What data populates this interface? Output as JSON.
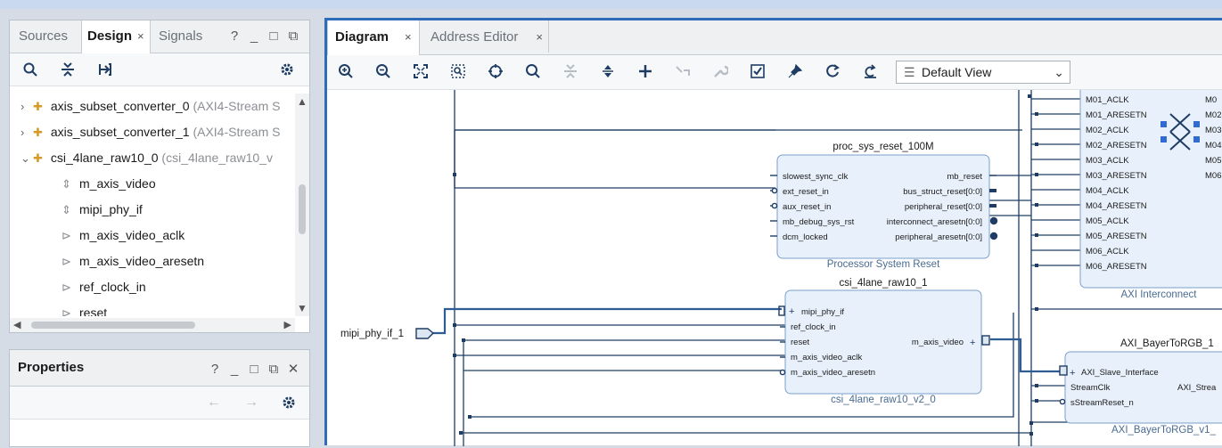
{
  "left_panel": {
    "tabs": [
      {
        "label": "Sources"
      },
      {
        "label": "Design",
        "active": true,
        "close": "×"
      },
      {
        "label": "Signals"
      }
    ],
    "window_controls": [
      "?",
      "_",
      "□",
      "⧉"
    ],
    "tree": [
      {
        "name": "axis_subset_converter_0",
        "desc": "(AXI4-Stream S",
        "expand": "›"
      },
      {
        "name": "axis_subset_converter_1",
        "desc": "(AXI4-Stream S",
        "expand": "›"
      },
      {
        "name": "csi_4lane_raw10_0",
        "desc": "(csi_4lane_raw10_v",
        "expand": "⌄"
      },
      {
        "name": "m_axis_video",
        "pin": "⇕"
      },
      {
        "name": "mipi_phy_if",
        "pin": "⇕"
      },
      {
        "name": "m_axis_video_aclk",
        "pin": "⊳"
      },
      {
        "name": "m_axis_video_aresetn",
        "pin": "⊳"
      },
      {
        "name": "ref_clock_in",
        "pin": "⊳"
      },
      {
        "name": "reset",
        "pin": "⊳"
      }
    ]
  },
  "properties_panel": {
    "title": "Properties",
    "controls": [
      "?",
      "_",
      "□",
      "⧉",
      "✕"
    ],
    "nav": [
      "←",
      "→"
    ]
  },
  "diagram_panel": {
    "tabs": [
      {
        "label": "Diagram",
        "active": true,
        "close": "×"
      },
      {
        "label": "Address Editor",
        "close": "×"
      }
    ],
    "view_select": "Default View"
  },
  "diagram": {
    "proc": {
      "title": "proc_sys_reset_100M",
      "subtitle": "Processor System Reset",
      "inputs": [
        "slowest_sync_clk",
        "ext_reset_in",
        "aux_reset_in",
        "mb_debug_sys_rst",
        "dcm_locked"
      ],
      "outputs": [
        "mb_reset",
        "bus_struct_reset[0:0]",
        "peripheral_reset[0:0]",
        "interconnect_aresetn[0:0]",
        "peripheral_aresetn[0:0]"
      ]
    },
    "csi": {
      "title": "csi_4lane_raw10_1",
      "subtitle": "csi_4lane_raw10_v2_0",
      "inputs": [
        "mipi_phy_if",
        "ref_clock_in",
        "reset",
        "m_axis_video_aclk",
        "m_axis_video_aresetn"
      ],
      "output": "m_axis_video"
    },
    "axi_ic": {
      "subtitle": "AXI Interconnect",
      "ports": [
        "M01_ACLK",
        "M01_ARESETN",
        "M02_ACLK",
        "M02_ARESETN",
        "M03_ACLK",
        "M03_ARESETN",
        "M04_ACLK",
        "M04_ARESETN",
        "M05_ACLK",
        "M05_ARESETN",
        "M06_ACLK",
        "M06_ARESETN"
      ],
      "right_ports": [
        "M0",
        "M02",
        "M03",
        "M04",
        "M05",
        "M06"
      ]
    },
    "bayer": {
      "title": "AXI_BayerToRGB_1",
      "subtitle": "AXI_BayerToRGB_v1_",
      "inputs": [
        "AXI_Slave_Interface",
        "StreamClk",
        "sStreamReset_n"
      ],
      "output": "AXI_Strea"
    },
    "ext_port": "mipi_phy_if_1"
  },
  "colors": {
    "wire": "#1f3d64",
    "block_fill": "#e8f1fb",
    "block_border": "#7a9fcb",
    "accent": "#1f6fd0"
  }
}
